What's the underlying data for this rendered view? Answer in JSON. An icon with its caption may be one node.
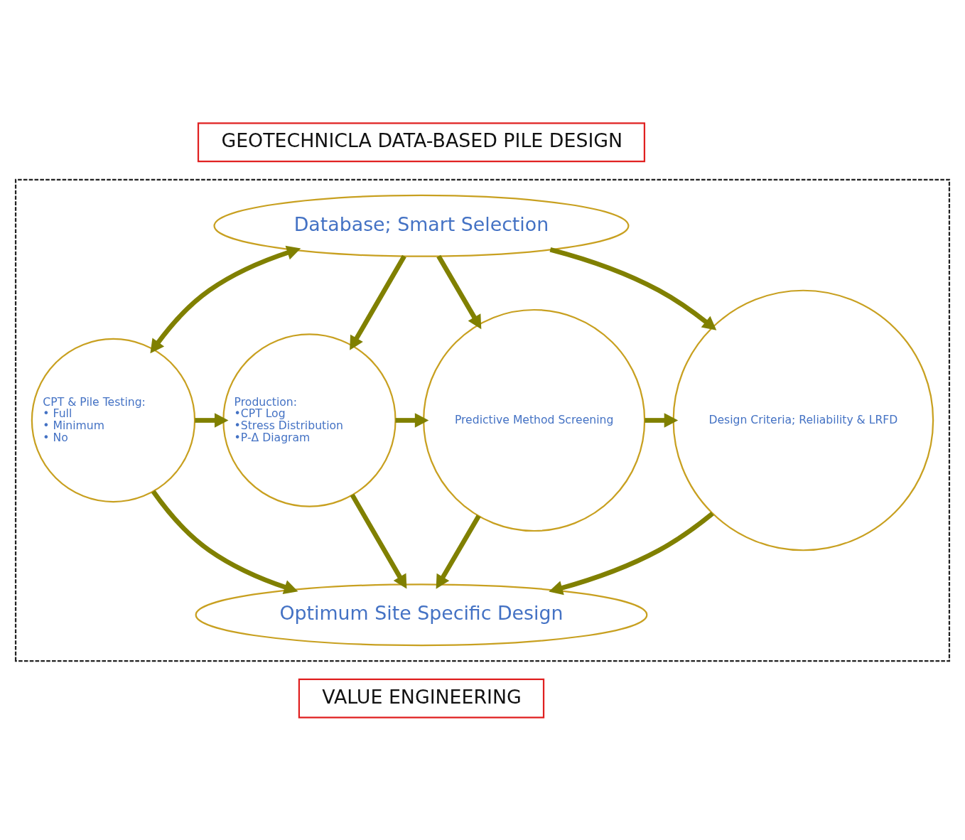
{
  "diagram": {
    "nodes": [
      {
        "text": [],
        "shape": "box"
      },
      {
        "text": [
          "GEOTECHNICLA DATA-BASED PILE DESIGN"
        ]
      },
      {
        "text": [
          "Database; Smart Selection"
        ],
        "in": 0
      },
      {
        "text": [
          "CPT & Pile Testing:",
          "• Full",
          "• Minimum",
          "• No"
        ],
        "in": 0
      },
      {
        "text": [
          "Production:",
          "•CPT Log",
          "•Stress Distribution",
          "•P-Δ Diagram"
        ],
        "in": 0
      },
      {
        "text": [
          "Predictive Method Screening"
        ],
        "in": 0
      },
      {
        "text": [
          "Design Criteria; Reliability & LRFD"
        ],
        "in": 0
      },
      {
        "text": [
          "Optimum Site Specific Design"
        ],
        "in": 0
      },
      {
        "text": [
          "VALUE ENGINEERING"
        ]
      }
    ],
    "edges": [
      {
        "from": 2,
        "to": 3,
        "arrow": "both"
      },
      {
        "from": 2,
        "to": 4,
        "arrow": "to"
      },
      {
        "from": 2,
        "to": 5,
        "arrow": "to"
      },
      {
        "from": 2,
        "to": 6,
        "arrow": "to"
      },
      {
        "from": 3,
        "to": 4,
        "arrow": "to"
      },
      {
        "from": 4,
        "to": 5,
        "arrow": "to"
      },
      {
        "from": 5,
        "to": 6,
        "arrow": "to"
      },
      {
        "from": 3,
        "to": 7,
        "arrow": "to"
      },
      {
        "from": 4,
        "to": 7,
        "arrow": "to"
      },
      {
        "from": 5,
        "to": 7,
        "arrow": "to"
      },
      {
        "from": 6,
        "to": 7,
        "arrow": "to"
      }
    ]
  }
}
